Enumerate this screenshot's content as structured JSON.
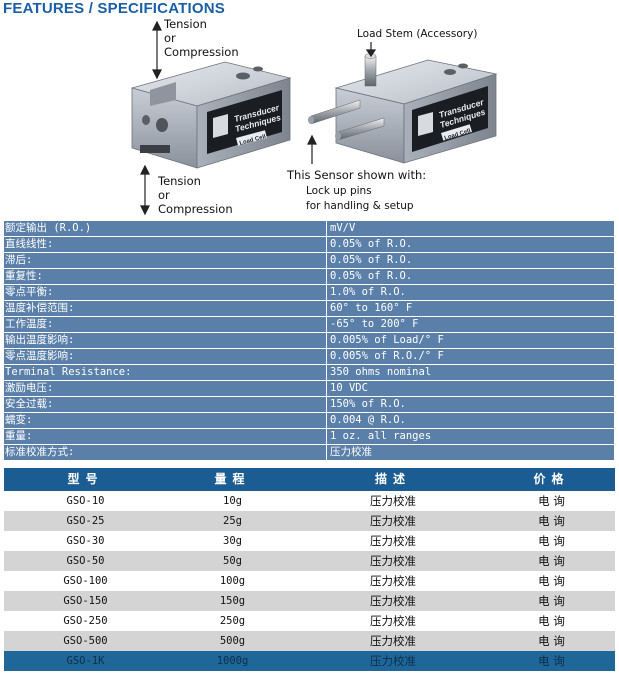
{
  "title": "FEATURES / SPECIFICATIONS",
  "figure": {
    "left_top_label": [
      "Tension",
      "or",
      "Compression"
    ],
    "left_bottom_label": [
      "Tension",
      "or",
      "Compression"
    ],
    "load_stem_label": "Load Stem (Accessory)",
    "sensor_caption": "This Sensor shown with:",
    "sensor_caption_line2": "Lock up pins",
    "sensor_caption_line3": "for handling & setup",
    "brand_line1": "Transducer",
    "brand_line2": "Techniques",
    "badge": "Load Cell"
  },
  "specs": [
    {
      "k": "额定输出 (R.O.)",
      "v": "mV/V"
    },
    {
      "k": "直线线性:",
      "v": "0.05% of R.O."
    },
    {
      "k": "滞后:",
      "v": "0.05% of R.O."
    },
    {
      "k": "重复性:",
      "v": "0.05% of R.O."
    },
    {
      "k": "零点平衡:",
      "v": "1.0% of R.O."
    },
    {
      "k": "温度补偿范围:",
      "v": "60° to 160° F"
    },
    {
      "k": "工作温度:",
      "v": "-65° to 200° F"
    },
    {
      "k": "输出温度影响:",
      "v": "0.005% of Load/° F"
    },
    {
      "k": "零点温度影响:",
      "v": "0.005% of R.O./° F"
    },
    {
      "k": "Terminal Resistance:",
      "v": "350 ohms nominal"
    },
    {
      "k": "激励电压:",
      "v": "10 VDC"
    },
    {
      "k": "安全过载:",
      "v": "150% of R.O."
    },
    {
      "k": "蠕变:",
      "v": "0.004 @ R.O."
    },
    {
      "k": "重量:",
      "v": "1 oz. all ranges"
    },
    {
      "k": "标准校准方式:",
      "v": "压力校准"
    }
  ],
  "models": {
    "headers": [
      "型号",
      "量程",
      "描述",
      "价格"
    ],
    "rows": [
      {
        "model": "GSO-10",
        "range": "10g",
        "desc": "压力校准",
        "price": "电 询"
      },
      {
        "model": "GSO-25",
        "range": "25g",
        "desc": "压力校准",
        "price": "电 询"
      },
      {
        "model": "GSO-30",
        "range": "30g",
        "desc": "压力校准",
        "price": "电 询"
      },
      {
        "model": "GSO-50",
        "range": "50g",
        "desc": "压力校准",
        "price": "电 询"
      },
      {
        "model": "GSO-100",
        "range": "100g",
        "desc": "压力校准",
        "price": "电 询"
      },
      {
        "model": "GSO-150",
        "range": "150g",
        "desc": "压力校准",
        "price": "电 询"
      },
      {
        "model": "GSO-250",
        "range": "250g",
        "desc": "压力校准",
        "price": "电 询"
      },
      {
        "model": "GSO-500",
        "range": "500g",
        "desc": "压力校准",
        "price": "电 询"
      },
      {
        "model": "GSO-1K",
        "range": "1000g",
        "desc": "压力校准",
        "price": "电 询"
      }
    ]
  },
  "colors": {
    "title": "#1a5fa8",
    "spec_row": "#5a7fa8",
    "model_header": "#1b5d93",
    "row_alt": "#d4d4d4"
  }
}
